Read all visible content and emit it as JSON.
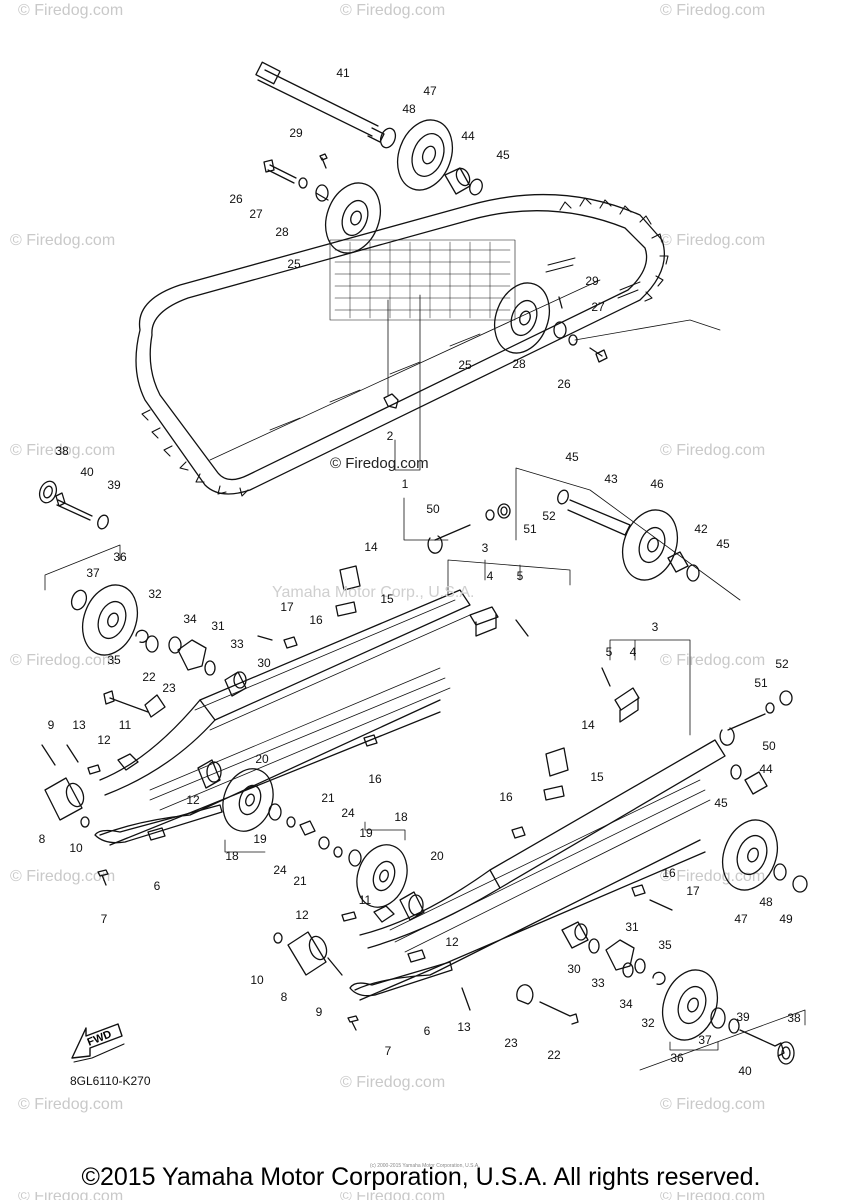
{
  "watermark": "© Firedog.com",
  "center_watermark": "© Firedog.com",
  "copyright_mark": "Yamaha Motor Corp., U.S.A.",
  "diagram_code": "8GL6110-K270",
  "fwd_label": "FWD",
  "footer_fine_print": "(c) 2000-2015 Yamaha Motor Corporation, U.S.A.",
  "footer_copyright": "©2015 Yamaha Motor Corporation, U.S.A. All rights reserved.",
  "callouts": {
    "c41": "41",
    "c47a": "47",
    "c48a": "48",
    "c44a": "44",
    "c45a": "45",
    "c29a": "29",
    "c26a": "26",
    "c27a": "27",
    "c28a": "28",
    "c25a": "25",
    "c29b": "29",
    "c27b": "27",
    "c25b": "25",
    "c28b": "28",
    "c26b": "26",
    "c2": "2",
    "c1": "1",
    "c38a": "38",
    "c40a": "40",
    "c39a": "39",
    "c36a": "36",
    "c37a": "37",
    "c32a": "32",
    "c34a": "34",
    "c31a": "31",
    "c35a": "35",
    "c33a": "33",
    "c30a": "30",
    "c17a": "17",
    "c16a": "16",
    "c14a": "14",
    "c15a": "15",
    "c45b": "45",
    "c43": "43",
    "c46": "46",
    "c50a": "50",
    "c52a": "52",
    "c51a": "51",
    "c42": "42",
    "c45c": "45",
    "c3a": "3",
    "c4a": "4",
    "c5a": "5",
    "c22a": "22",
    "c23a": "23",
    "c9a": "9",
    "c13a": "13",
    "c11a": "11",
    "c12a": "12",
    "c20a": "20",
    "c16b": "16",
    "c12b": "12",
    "c8a": "8",
    "c10a": "10",
    "c6a": "6",
    "c7a": "7",
    "c21a": "21",
    "c24a": "24",
    "c19a": "19",
    "c18a": "18",
    "c24b": "24",
    "c21b": "21",
    "c18b": "18",
    "c19b": "19",
    "c20b": "20",
    "c3b": "3",
    "c5b": "5",
    "c4b": "4",
    "c51b": "51",
    "c52b": "52",
    "c50b": "50",
    "c14b": "14",
    "c15b": "15",
    "c16c": "16",
    "c44b": "44",
    "c45d": "45",
    "c16d": "16",
    "c17b": "17",
    "c48b": "48",
    "c49": "49",
    "c47b": "47",
    "c11b": "11",
    "c12c": "12",
    "c12d": "12",
    "c10b": "10",
    "c8b": "8",
    "c9b": "9",
    "c30b": "30",
    "c33b": "33",
    "c31b": "31",
    "c35b": "35",
    "c34b": "34",
    "c32b": "32",
    "c23b": "23",
    "c22b": "22",
    "c13b": "13",
    "c6b": "6",
    "c7b": "7",
    "c36b": "36",
    "c37b": "37",
    "c39b": "39",
    "c38b": "38",
    "c40b": "40"
  }
}
